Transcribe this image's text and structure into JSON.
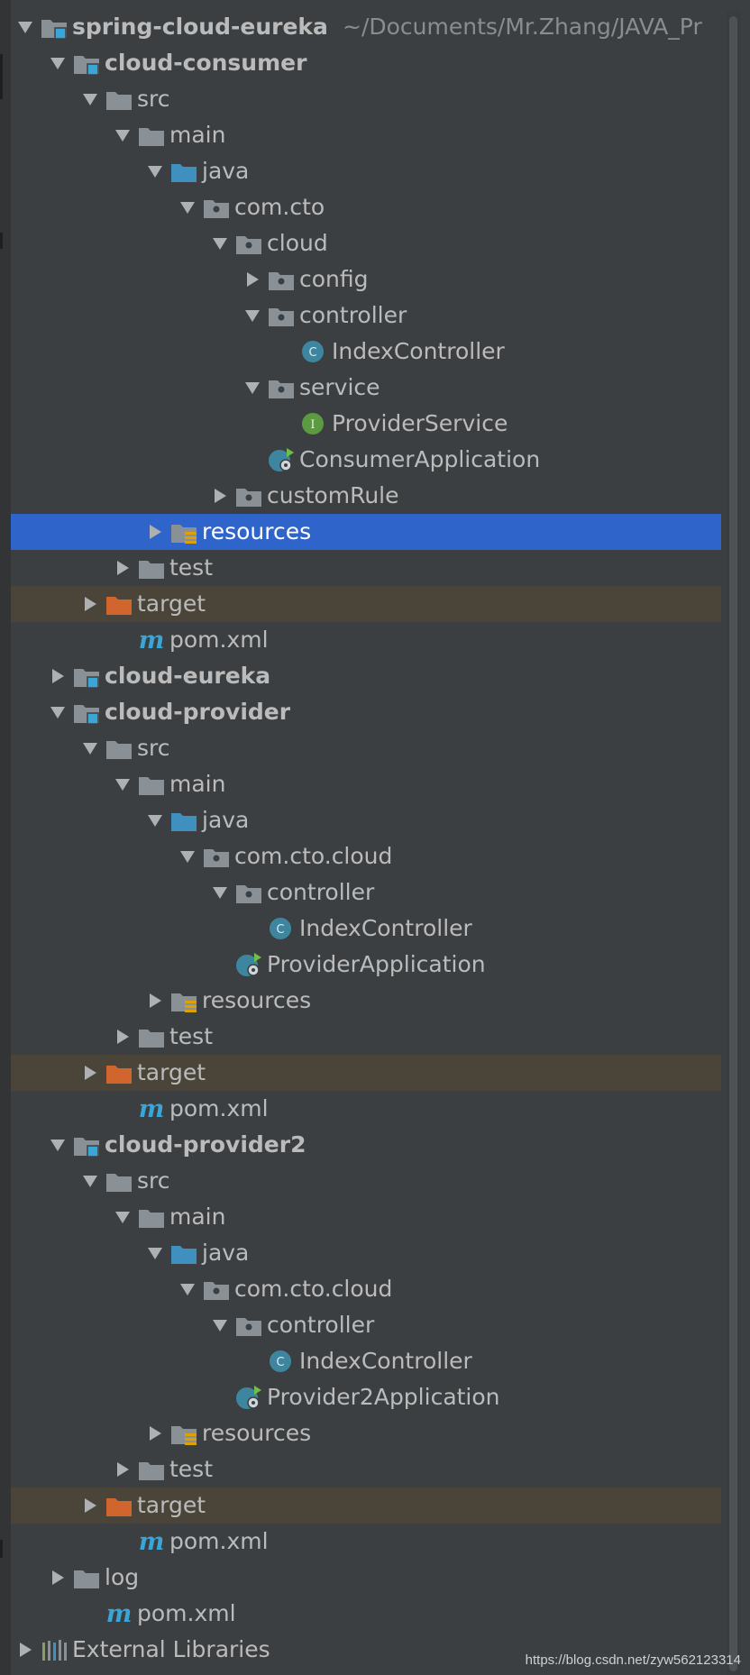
{
  "tree": [
    {
      "label": "spring-cloud-eureka",
      "path": "~/Documents/Mr.Zhang/JAVA_Pr",
      "depth": 0,
      "arrow": "down",
      "icon": "module-folder",
      "bold": true
    },
    {
      "label": "cloud-consumer",
      "depth": 1,
      "arrow": "down",
      "icon": "module-folder",
      "bold": true
    },
    {
      "label": "src",
      "depth": 2,
      "arrow": "down",
      "icon": "folder"
    },
    {
      "label": "main",
      "depth": 3,
      "arrow": "down",
      "icon": "folder"
    },
    {
      "label": "java",
      "depth": 4,
      "arrow": "down",
      "icon": "source-folder"
    },
    {
      "label": "com.cto",
      "depth": 5,
      "arrow": "down",
      "icon": "package"
    },
    {
      "label": "cloud",
      "depth": 6,
      "arrow": "down",
      "icon": "package"
    },
    {
      "label": "config",
      "depth": 7,
      "arrow": "right",
      "icon": "package"
    },
    {
      "label": "controller",
      "depth": 7,
      "arrow": "down",
      "icon": "package"
    },
    {
      "label": "IndexController",
      "depth": 8,
      "arrow": "none",
      "icon": "class"
    },
    {
      "label": "service",
      "depth": 7,
      "arrow": "down",
      "icon": "package"
    },
    {
      "label": "ProviderService",
      "depth": 8,
      "arrow": "none",
      "icon": "interface"
    },
    {
      "label": "ConsumerApplication",
      "depth": 7,
      "arrow": "none",
      "icon": "spring-app"
    },
    {
      "label": "customRule",
      "depth": 6,
      "arrow": "right",
      "icon": "package"
    },
    {
      "label": "resources",
      "depth": 4,
      "arrow": "right",
      "icon": "resources",
      "selected": true
    },
    {
      "label": "test",
      "depth": 3,
      "arrow": "right",
      "icon": "folder"
    },
    {
      "label": "target",
      "depth": 2,
      "arrow": "right",
      "icon": "excluded-folder",
      "excluded": true
    },
    {
      "label": "pom.xml",
      "depth": 3,
      "arrow": "none",
      "icon": "maven"
    },
    {
      "label": "cloud-eureka",
      "depth": 1,
      "arrow": "right",
      "icon": "module-folder",
      "bold": true
    },
    {
      "label": "cloud-provider",
      "depth": 1,
      "arrow": "down",
      "icon": "module-folder",
      "bold": true
    },
    {
      "label": "src",
      "depth": 2,
      "arrow": "down",
      "icon": "folder"
    },
    {
      "label": "main",
      "depth": 3,
      "arrow": "down",
      "icon": "folder"
    },
    {
      "label": "java",
      "depth": 4,
      "arrow": "down",
      "icon": "source-folder"
    },
    {
      "label": "com.cto.cloud",
      "depth": 5,
      "arrow": "down",
      "icon": "package"
    },
    {
      "label": "controller",
      "depth": 6,
      "arrow": "down",
      "icon": "package"
    },
    {
      "label": "IndexController",
      "depth": 7,
      "arrow": "none",
      "icon": "class"
    },
    {
      "label": "ProviderApplication",
      "depth": 6,
      "arrow": "none",
      "icon": "spring-app"
    },
    {
      "label": "resources",
      "depth": 4,
      "arrow": "right",
      "icon": "resources"
    },
    {
      "label": "test",
      "depth": 3,
      "arrow": "right",
      "icon": "folder"
    },
    {
      "label": "target",
      "depth": 2,
      "arrow": "right",
      "icon": "excluded-folder",
      "excluded": true
    },
    {
      "label": "pom.xml",
      "depth": 3,
      "arrow": "none",
      "icon": "maven"
    },
    {
      "label": "cloud-provider2",
      "depth": 1,
      "arrow": "down",
      "icon": "module-folder",
      "bold": true
    },
    {
      "label": "src",
      "depth": 2,
      "arrow": "down",
      "icon": "folder"
    },
    {
      "label": "main",
      "depth": 3,
      "arrow": "down",
      "icon": "folder"
    },
    {
      "label": "java",
      "depth": 4,
      "arrow": "down",
      "icon": "source-folder"
    },
    {
      "label": "com.cto.cloud",
      "depth": 5,
      "arrow": "down",
      "icon": "package"
    },
    {
      "label": "controller",
      "depth": 6,
      "arrow": "down",
      "icon": "package"
    },
    {
      "label": "IndexController",
      "depth": 7,
      "arrow": "none",
      "icon": "class"
    },
    {
      "label": "Provider2Application",
      "depth": 6,
      "arrow": "none",
      "icon": "spring-app"
    },
    {
      "label": "resources",
      "depth": 4,
      "arrow": "right",
      "icon": "resources"
    },
    {
      "label": "test",
      "depth": 3,
      "arrow": "right",
      "icon": "folder"
    },
    {
      "label": "target",
      "depth": 2,
      "arrow": "right",
      "icon": "excluded-folder",
      "excluded": true
    },
    {
      "label": "pom.xml",
      "depth": 3,
      "arrow": "none",
      "icon": "maven"
    },
    {
      "label": "log",
      "depth": 1,
      "arrow": "right",
      "icon": "folder"
    },
    {
      "label": "pom.xml",
      "depth": 2,
      "arrow": "none",
      "icon": "maven"
    },
    {
      "label": "External Libraries",
      "depth": 0,
      "arrow": "right",
      "icon": "libraries"
    }
  ],
  "watermark": "https://blog.csdn.net/zyw562123314",
  "colors": {
    "background": "#3c3f41",
    "selection": "#2f65ca",
    "excluded_row": "#4a4538",
    "folder": "#8a9196",
    "source_folder": "#3f8fbf",
    "excluded_folder": "#d0652e",
    "class_icon": "#3e86a0",
    "interface_icon": "#5b9a41",
    "maven_icon": "#3aa6d8"
  }
}
